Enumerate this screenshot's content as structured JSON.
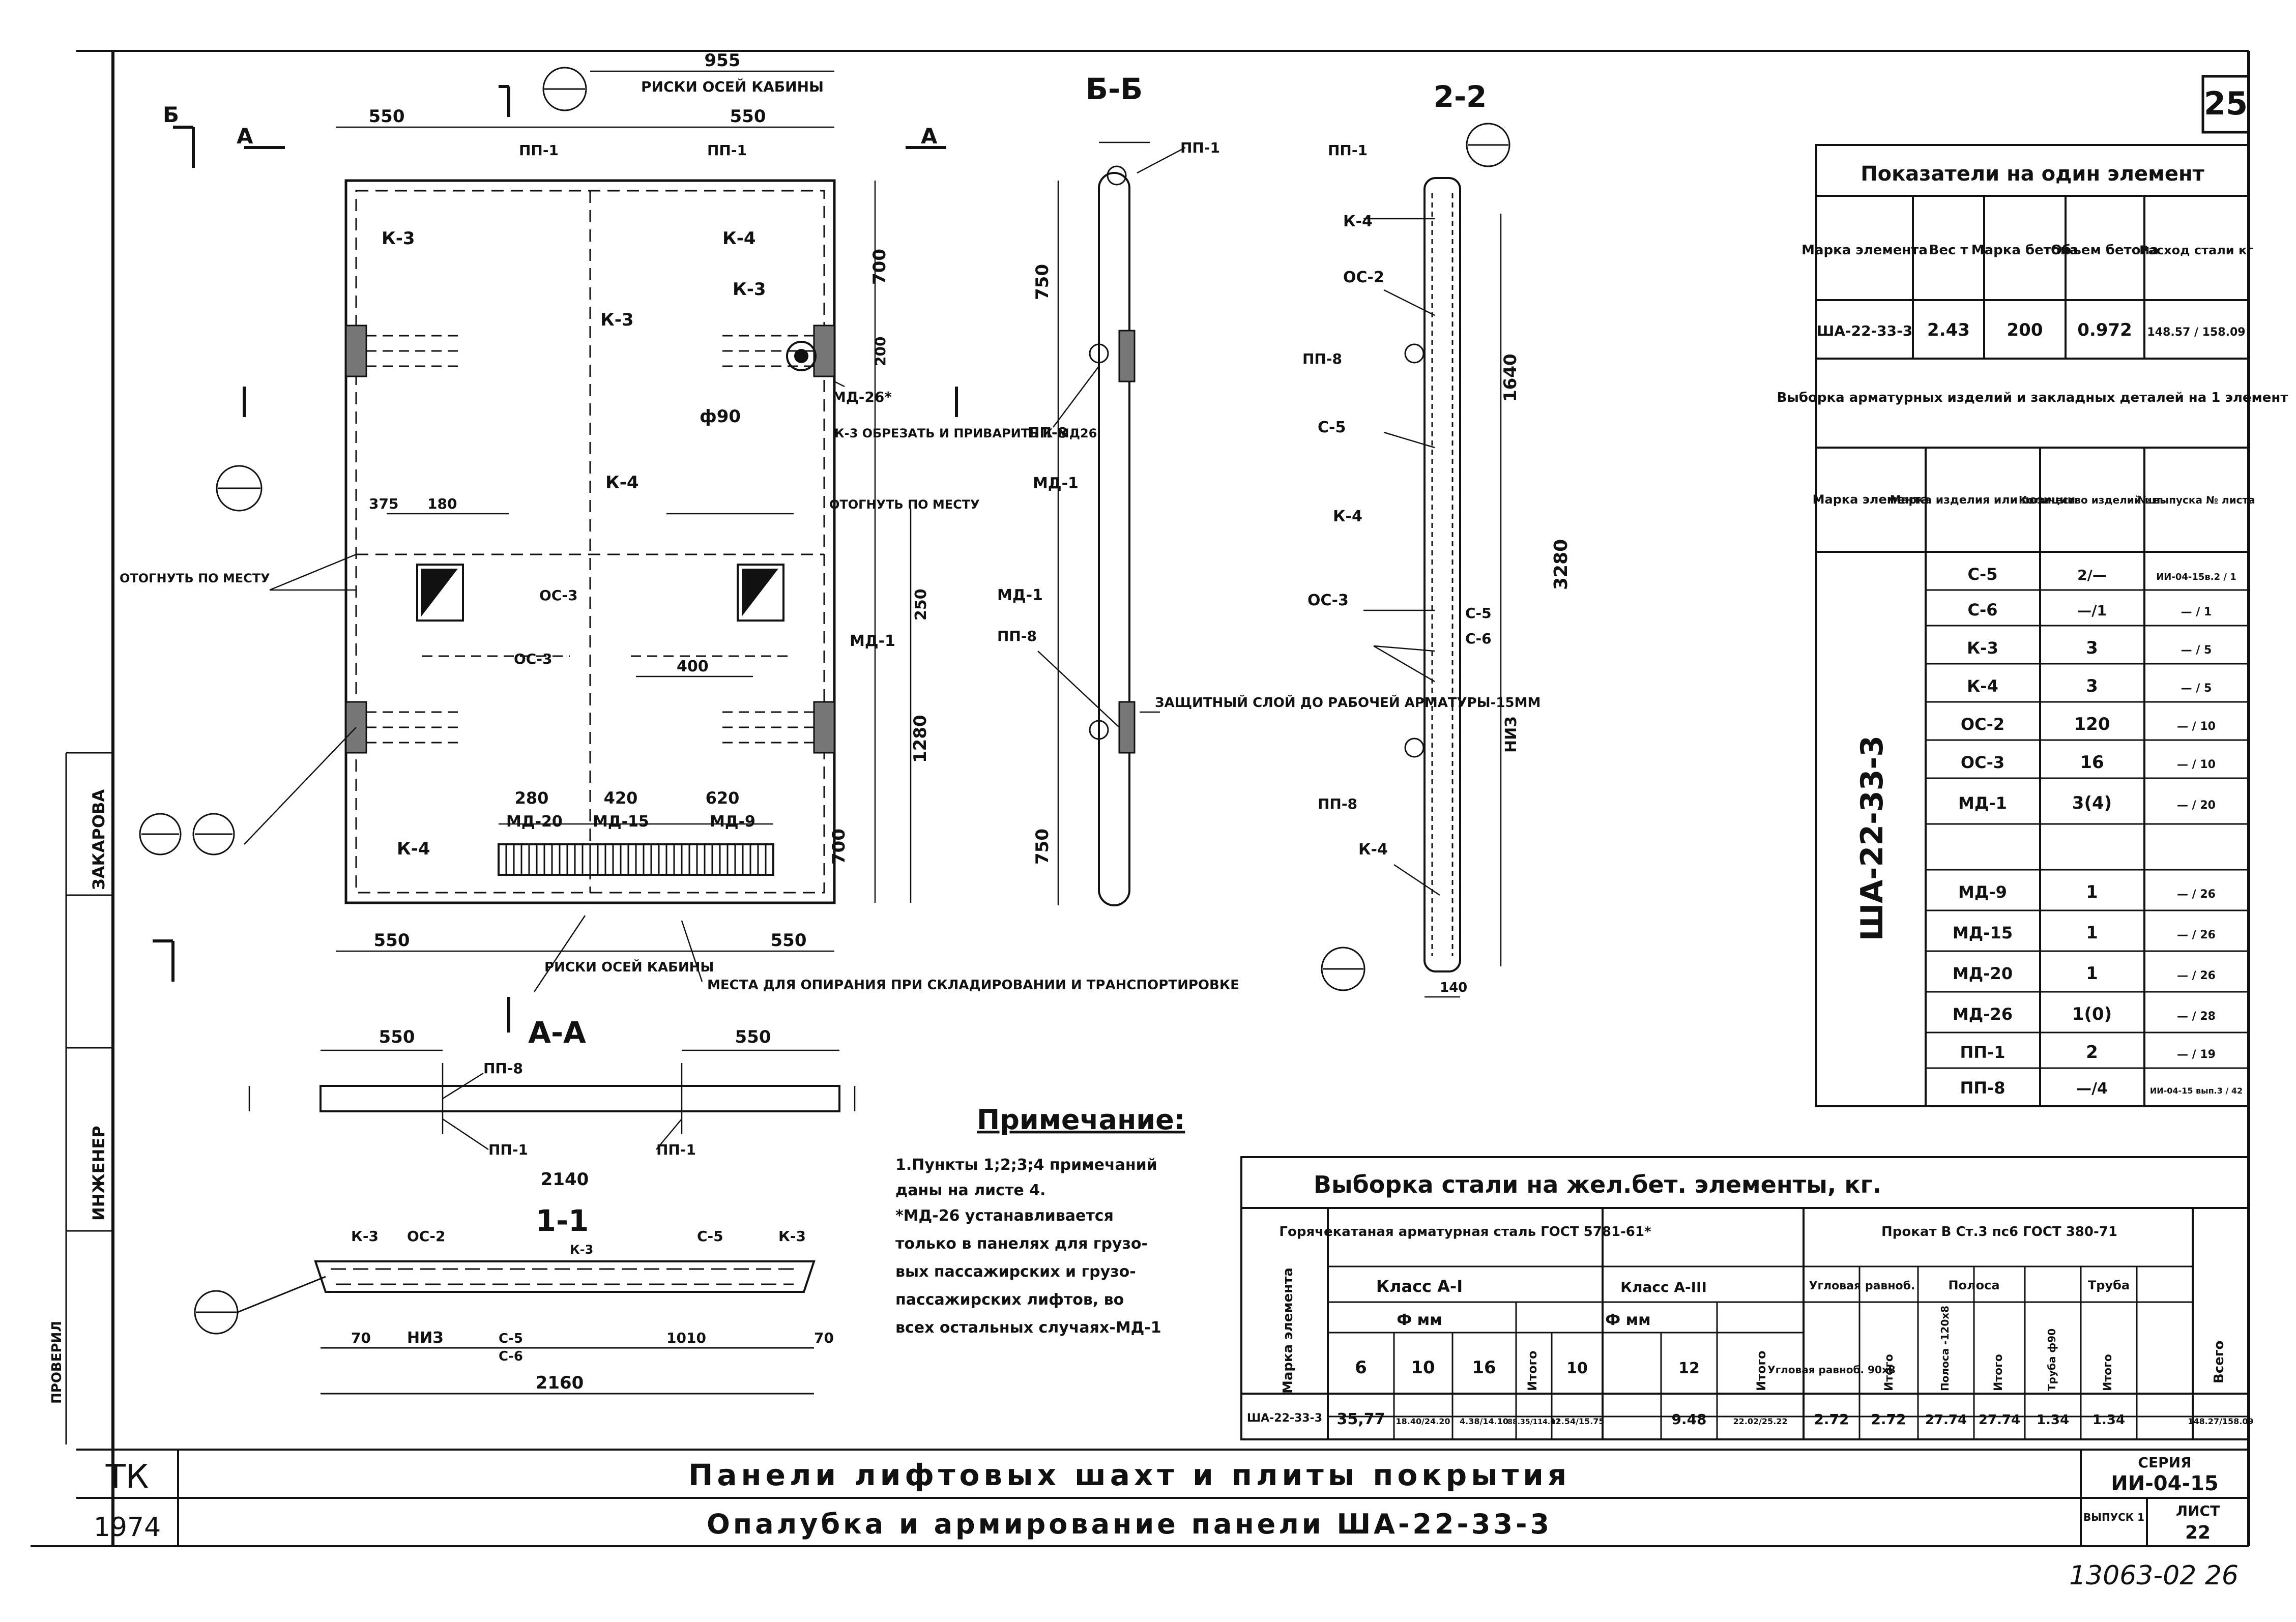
{
  "sheet_number": "25",
  "bottom_stamp": "13063-02  26",
  "title_block": {
    "code": "ТК",
    "year": "1974",
    "title_line1": "Панели лифтовых шахт и плиты покрытия",
    "title_line2": "Опалубка и армирование панели  ША-22-33-3",
    "series_label": "СЕРИЯ",
    "series_value": "ИИ-04-15",
    "issue_label": "ВЫПУСК 1",
    "sheet_label": "ЛИСТ",
    "sheet_value": "22",
    "side_labels": [
      "ЗАКАРОВА",
      "ИНЖЕНЕР",
      "ПРОВЕРИЛ"
    ]
  },
  "drawings": {
    "plan_title": "",
    "section_bb": "Б-Б",
    "section_22": "2-2",
    "section_aa": "А-А",
    "section_11": "1-1",
    "plan_labels": {
      "dim_top": "955",
      "dim_550_left": "550",
      "dim_550_right": "550",
      "riski": "РИСКИ ОСЕЙ КАБИНЫ",
      "mark_a": "А",
      "mark_b": "Б",
      "k3": "К-3",
      "k4": "К-4",
      "pp1": "ПП-1",
      "md26": "МД-26*",
      "md1": "МД-1",
      "phi90": "ф90",
      "k3_note": "К-3 ОБРЕЗАТЬ И ПРИВАРИТЬ К МД26",
      "bend": "ОТОГНУТЬ ПО МЕСТУ",
      "os3": "ОС-3",
      "md20": "МД-20",
      "md15": "МД-15",
      "md9": "МД-9",
      "dim_280": "280",
      "dim_420": "420",
      "dim_620": "620",
      "dim_1280": "1280",
      "dim_700": "700",
      "dim_250": "250",
      "dim_400": "400",
      "dim_375": "375",
      "dim_180": "180",
      "dim_200": "200",
      "lifting": "МЕСТА ДЛЯ ОПИРАНИЯ ПРИ СКЛАДИРОВАНИИ И ТРАНСПОРТИРОВКЕ",
      "riski2": "РИСКИ ОСЕЙ КАБИНЫ"
    },
    "section_labels": {
      "dim_3280": "3280",
      "dim_1640": "1640",
      "dim_750": "750",
      "cover": "ЗАЩИТНЫЙ СЛОЙ ДО РАБОЧЕЙ АРМАТУРЫ-15ММ",
      "oc2": "ОС-2",
      "oc3": "ОС-3",
      "c5": "С-5",
      "c6": "С-6",
      "niz": "НИЗ",
      "pp8": "ПП-8",
      "dim_140": "140",
      "dim_2140": "2140",
      "dim_2160": "2160",
      "dim_1010": "1010",
      "dim_70": "70"
    }
  },
  "notes": {
    "heading": "Примечание:",
    "lines": [
      "1.Пункты 1;2;3;4 примечаний",
      "даны на листе 4.",
      "*МД-26 устанавливается",
      "только в панелях для грузо-",
      "вых пассажирских и грузо-",
      "пассажирских лифтов, во",
      "всех остальных случаях-МД-1"
    ]
  },
  "indicators_table": {
    "title": "Показатели на один элемент",
    "headers": [
      "Марка элемента",
      "Вес т",
      "Марка бетона",
      "Объем бетона",
      "Расход стали кг"
    ],
    "row": [
      "ША-22-33-3",
      "2.43",
      "200",
      "0.972",
      "148.57 / 158.09"
    ]
  },
  "selection_table": {
    "title": "Выборка арматурных изделий и закладных деталей на 1 элемент",
    "headers": [
      "Марка элемента",
      "Марка изделия или позиции",
      "Количество изделий шт.",
      "№ выпуска № листа"
    ],
    "element": "ША-22-33-3",
    "rows": [
      {
        "item": "С-5",
        "qty": "2/—",
        "ref": "ИИ-04-15в.2 / 1"
      },
      {
        "item": "С-6",
        "qty": "—/1",
        "ref": "— / 1"
      },
      {
        "item": "К-3",
        "qty": "3",
        "ref": "— / 5"
      },
      {
        "item": "К-4",
        "qty": "3",
        "ref": "— / 5"
      },
      {
        "item": "ОС-2",
        "qty": "120",
        "ref": "— / 10"
      },
      {
        "item": "ОС-3",
        "qty": "16",
        "ref": "— / 10"
      },
      {
        "item": "МД-1",
        "qty": "3(4)",
        "ref": "— / 20"
      },
      {
        "item": "",
        "qty": "",
        "ref": ""
      },
      {
        "item": "МД-9",
        "qty": "1",
        "ref": "— / 26"
      },
      {
        "item": "МД-15",
        "qty": "1",
        "ref": "— / 26"
      },
      {
        "item": "МД-20",
        "qty": "1",
        "ref": "— / 26"
      },
      {
        "item": "МД-26",
        "qty": "1(0)",
        "ref": "— / 28"
      },
      {
        "item": "ПП-1",
        "qty": "2",
        "ref": "— / 19"
      },
      {
        "item": "ПП-8",
        "qty": "—/4",
        "ref": "ИИ-04-15 вып.3 / 42"
      }
    ]
  },
  "steel_table": {
    "title": "Выборка стали на жел.бет. элементы, кг.",
    "group1": "Горячекатаная арматурная сталь ГОСТ 5781-61*",
    "group2": "Прокат В Ст.3 пс6 ГОСТ 380-71",
    "class1": "Класс А-I",
    "class2": "Класс А-III",
    "phi": "Ф мм",
    "col_headers": [
      "Марка элемента",
      "6",
      "10",
      "16",
      "Итого",
      "10",
      "12",
      "Итого",
      "Угловая равноб. 90х8",
      "Итого",
      "Полоса -120х8",
      "Итого",
      "Труба ф90",
      "Итого",
      "Всего"
    ],
    "sub_headers": [
      "Угловая равноб.",
      "Полоса",
      "Труба"
    ],
    "row": [
      "ША-22-33-3",
      "35,77",
      "18.40/24.20",
      "4.38/14.10",
      "88.35/114.07",
      "12.54/15.75",
      "9.48",
      "22.02/25.22",
      "2.72",
      "2.72",
      "27.74",
      "27.74",
      "1.34",
      "1.34",
      "148.27/158.09"
    ]
  }
}
